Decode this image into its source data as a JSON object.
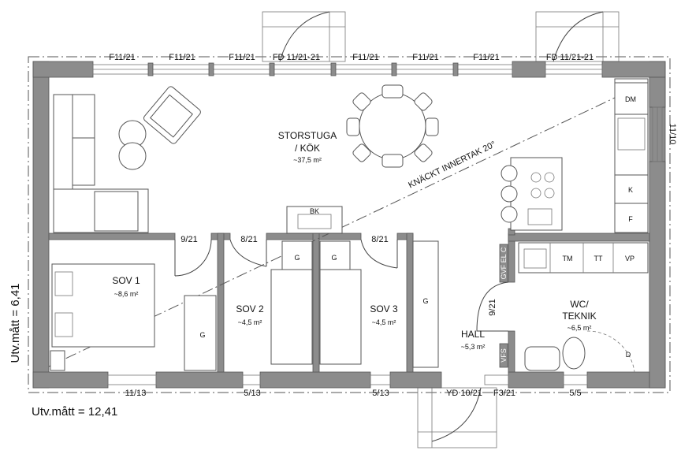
{
  "rooms": {
    "storstuga": {
      "name_line1": "STORSTUGA",
      "name_line2": "/ KÖK",
      "area": "~37,5 m²"
    },
    "sov1": {
      "name": "SOV 1",
      "area": "~8,6 m²"
    },
    "sov2": {
      "name": "SOV 2",
      "area": "~4,5 m²"
    },
    "sov3": {
      "name": "SOV 3",
      "area": "~4,5 m²"
    },
    "hall": {
      "name": "HALL",
      "area": "~5,3 m²"
    },
    "wc": {
      "name_line1": "WC/",
      "name_line2": "TEKNIK",
      "area": "~6,5 m²"
    }
  },
  "windows_top": [
    "F11/21",
    "F11/21",
    "F11/21",
    "FD 11/21-21",
    "F11/21",
    "F11/21",
    "F11/21",
    "FD 11/21-21"
  ],
  "window_right": "11/10",
  "openings_bottom": [
    "11/13",
    "5/13",
    "5/13",
    "YD 10/21",
    "F3/21",
    "5/5"
  ],
  "doors_interior": [
    "9/21",
    "8/21",
    "8/21",
    "9/21"
  ],
  "fixtures": {
    "bk": "BK",
    "dm": "DM",
    "k": "K",
    "f": "F",
    "tm": "TM",
    "tt": "TT",
    "vp": "VP",
    "d": "D",
    "g": "G",
    "gvf": "GVF EL C",
    "vfs": "VFS"
  },
  "ceiling_note": "KNÄCKT INNERTAK 20°",
  "dimensions": {
    "height": "Utv.mått = 6,41",
    "width": "Utv.mått = 12,41"
  }
}
